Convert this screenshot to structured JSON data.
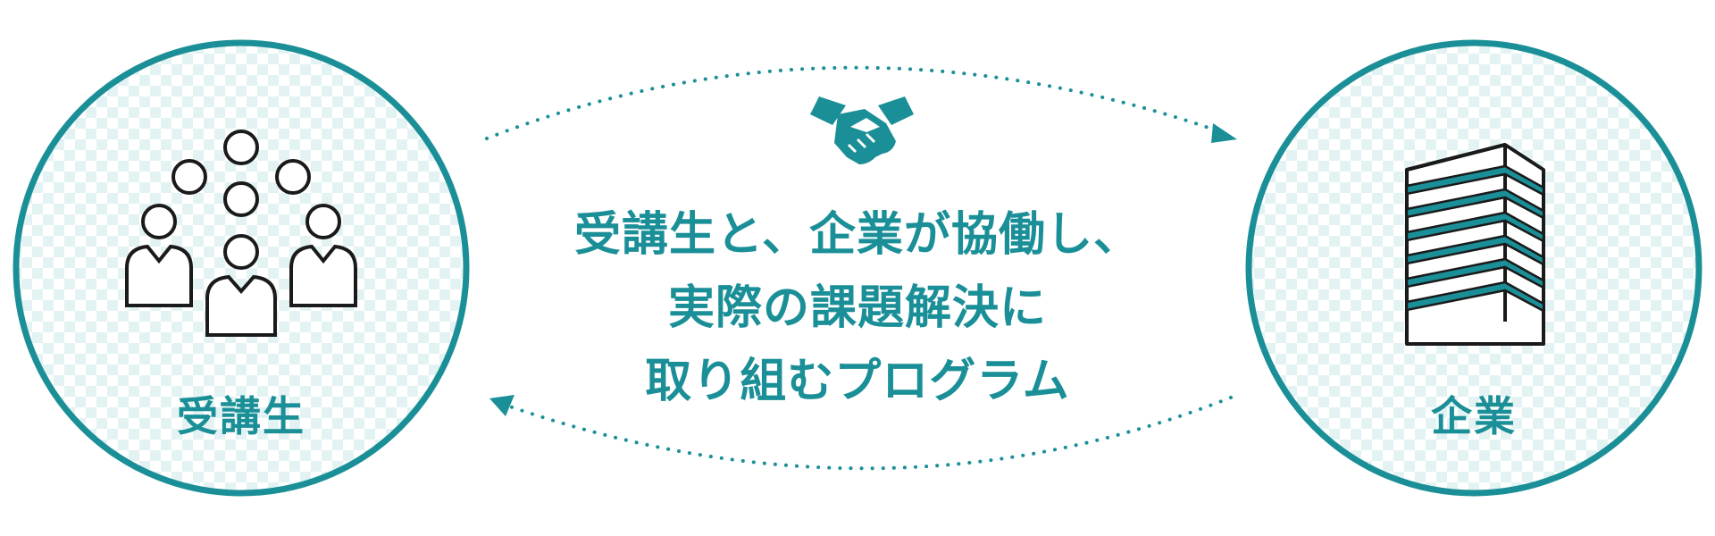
{
  "diagram": {
    "colors": {
      "teal": "#1b8f97",
      "light": "#dff2f2",
      "ink": "#1a1a1a"
    },
    "left_node": {
      "label": "受講生",
      "icon": "group-people-icon"
    },
    "right_node": {
      "label": "企業",
      "icon": "office-building-icon"
    },
    "center": {
      "icon": "handshake-icon",
      "lines": [
        "受講生と、企業が協働し、",
        "実際の課題解決に",
        "取り組むプログラム"
      ]
    },
    "arrows": [
      "arrow-to-company",
      "arrow-to-students"
    ]
  }
}
